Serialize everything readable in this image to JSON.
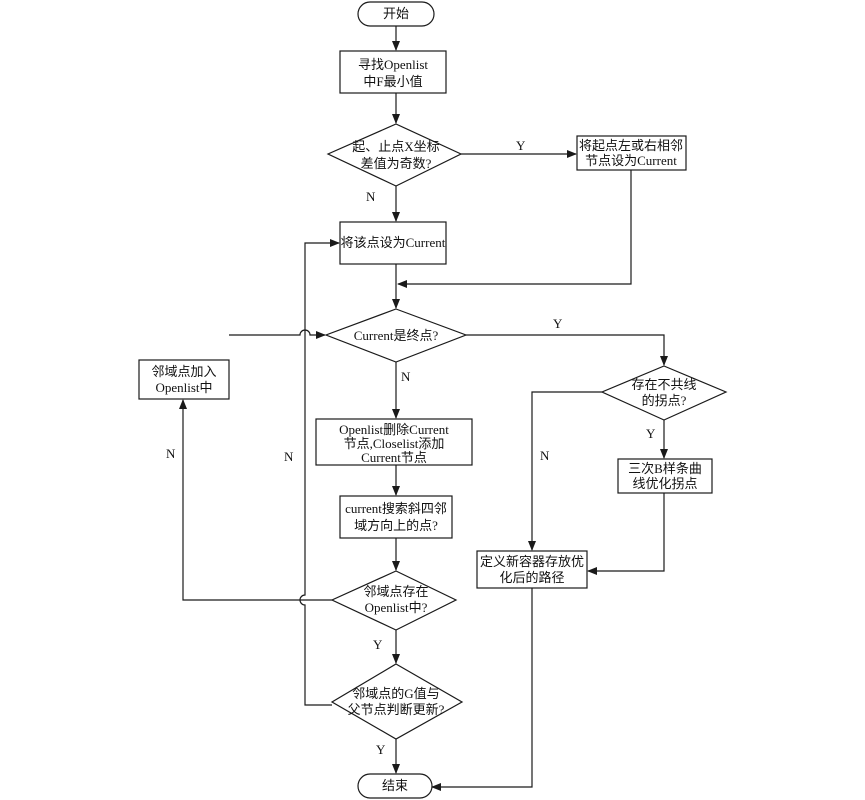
{
  "nodes": {
    "start": "开始",
    "find_min": [
      "寻找Openlist",
      "中F最小值"
    ],
    "odd_check": [
      "起、止点X坐标",
      "差值为奇数?"
    ],
    "set_neighbor_current": [
      "将起点左或右相邻",
      "节点设为Current"
    ],
    "set_current": "将该点设为Current",
    "is_end": "Current是终点?",
    "add_openlist": [
      "邻域点加入",
      "Openlist中"
    ],
    "move_lists": [
      "Openlist删除Current",
      "节点,Closelist添加",
      "Current节点"
    ],
    "search_neighbors": [
      "current搜索斜四邻",
      "域方向上的点?"
    ],
    "in_openlist": [
      "邻域点存在",
      "Openlist中?"
    ],
    "g_update": [
      "邻域点的G值与",
      "父节点判断更新?"
    ],
    "finish": "结束",
    "collinear": [
      "存在不共线",
      "的拐点?"
    ],
    "bspline": [
      "三次B样条曲",
      "线优化拐点"
    ],
    "new_container": [
      "定义新容器存放优",
      "化后的路径"
    ]
  },
  "labels": {
    "Y": "Y",
    "N": "N"
  }
}
